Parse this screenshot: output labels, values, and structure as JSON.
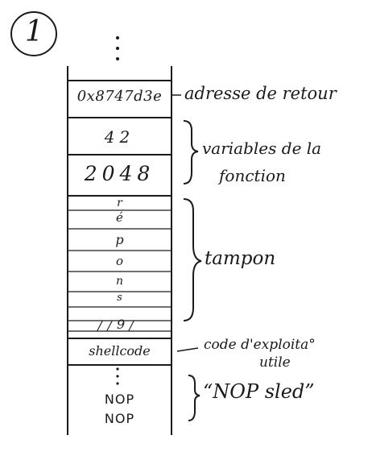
{
  "panel_number": "1",
  "stack": {
    "return_address": "0x8747d3e",
    "var1": "42",
    "var2": "2048",
    "buffer_chars": [
      "r",
      "é",
      "p",
      "o",
      "n",
      "s",
      "/",
      "/",
      "9",
      "/"
    ],
    "shellcode": "shellcode",
    "nop1": "NOP",
    "nop2": "NOP"
  },
  "labels": {
    "return_address": "adresse de retour",
    "function_vars_line1": "variables de la",
    "function_vars_line2": "fonction",
    "buffer": "tampon",
    "payload_line1": "code d'exploita°",
    "payload_line2": "utile",
    "nop_sled": "“NOP sled”"
  },
  "colors": {
    "ink": "#1a1a1a",
    "background": "#ffffff"
  }
}
